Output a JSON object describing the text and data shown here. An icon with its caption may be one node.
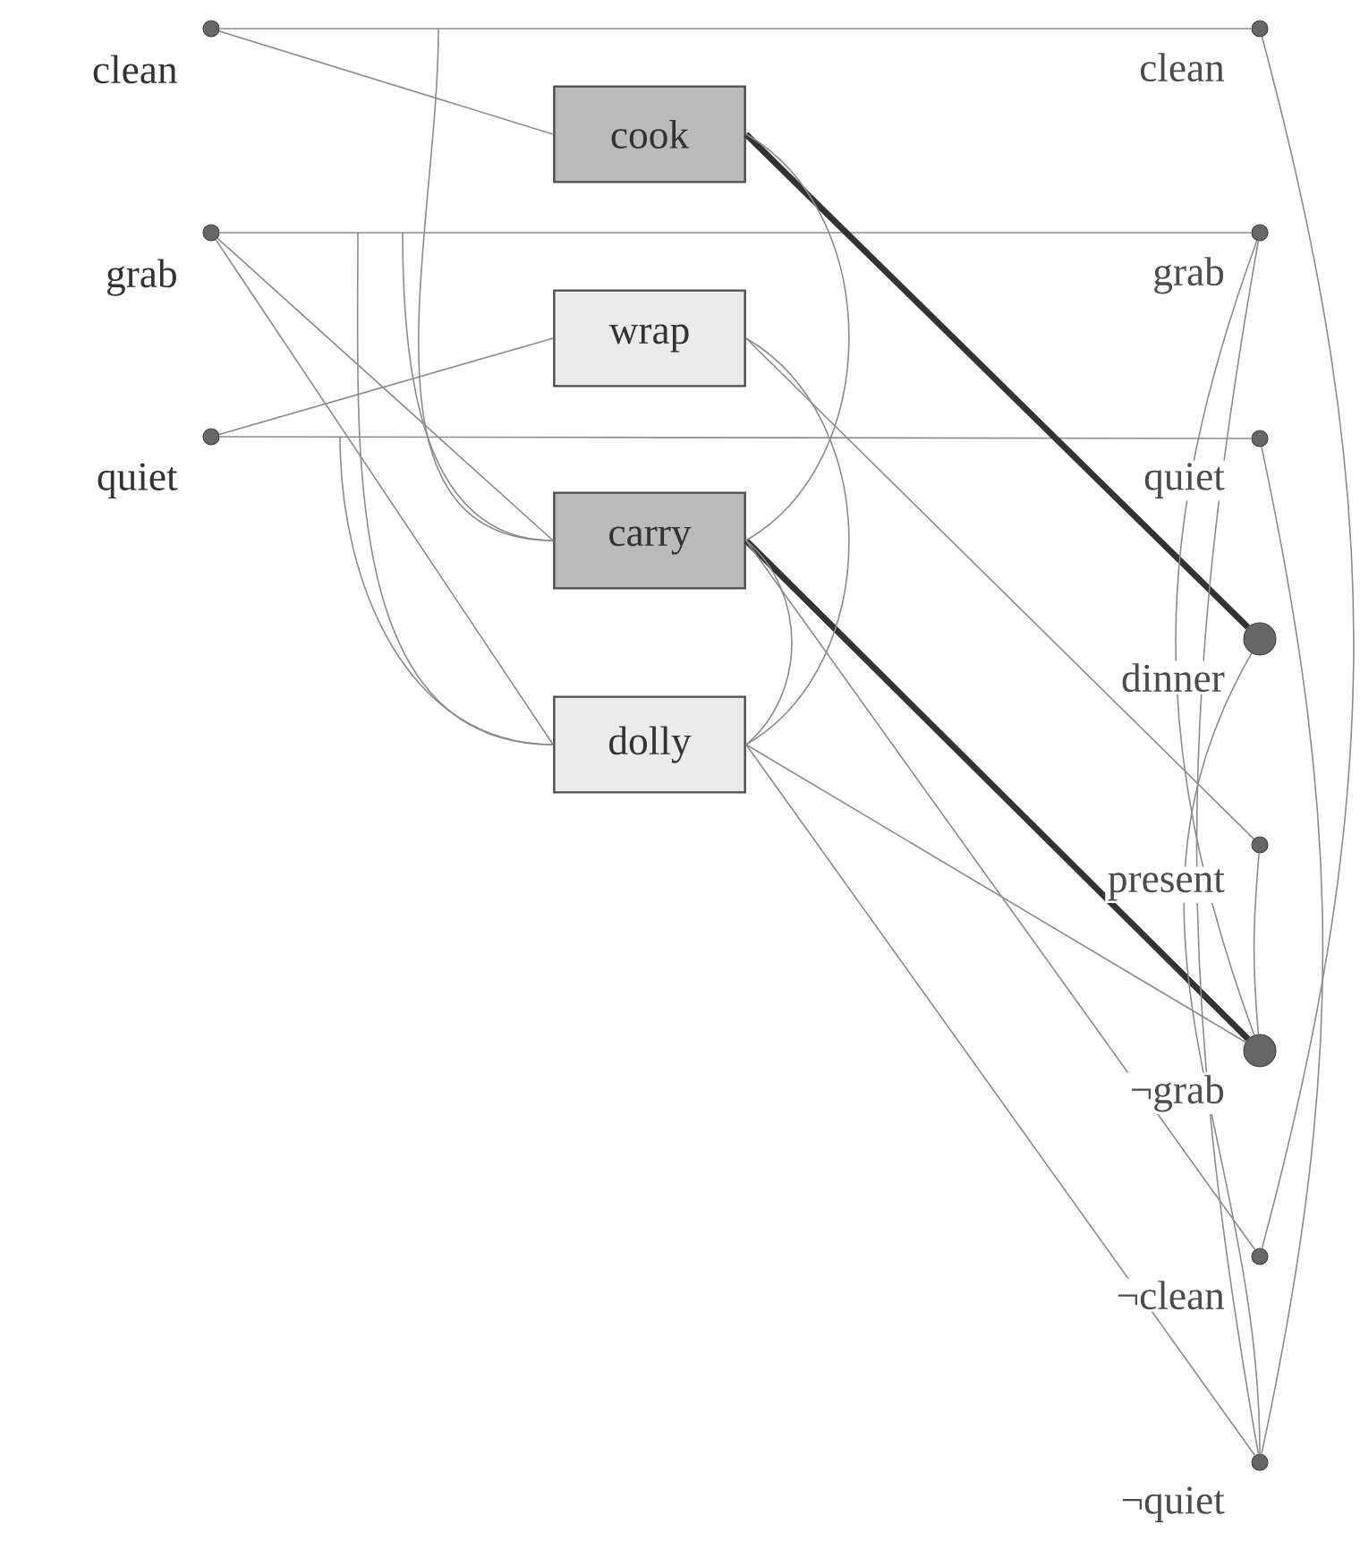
{
  "diagram": {
    "nodes": [
      {
        "text": [
          "clean"
        ]
      },
      {
        "text": [
          "grab"
        ]
      },
      {
        "text": [
          "quiet"
        ]
      },
      {
        "text": [
          "cook"
        ]
      },
      {
        "text": [
          "wrap"
        ]
      },
      {
        "text": [
          "carry"
        ]
      },
      {
        "text": [
          "dolly"
        ]
      },
      {
        "text": [
          "clean"
        ]
      },
      {
        "text": [
          "grab"
        ]
      },
      {
        "text": [
          "quiet"
        ]
      },
      {
        "text": [
          "dinner"
        ]
      },
      {
        "text": [
          "present"
        ]
      },
      {
        "text": [
          "¬grab"
        ]
      },
      {
        "text": [
          "¬clean"
        ]
      },
      {
        "text": [
          "¬quiet"
        ]
      }
    ],
    "edges": [
      {
        "from": 0,
        "to": 7,
        "arrow": "none"
      },
      {
        "from": 1,
        "to": 8,
        "arrow": "none"
      },
      {
        "from": 2,
        "to": 9,
        "arrow": "none"
      },
      {
        "from": 0,
        "to": 3,
        "arrow": "none"
      },
      {
        "from": 2,
        "to": 4,
        "arrow": "none"
      },
      {
        "from": 1,
        "to": 5,
        "arrow": "none"
      },
      {
        "from": 1,
        "to": 6,
        "arrow": "none"
      },
      {
        "from": 3,
        "to": 10,
        "arrow": "none",
        "style": "thick",
        "color": "#333333"
      },
      {
        "from": 4,
        "to": 11,
        "arrow": "none"
      },
      {
        "from": 5,
        "to": 12,
        "arrow": "none",
        "style": "thick",
        "color": "#333333"
      },
      {
        "from": 5,
        "to": 13,
        "arrow": "none"
      },
      {
        "from": 6,
        "to": 12,
        "arrow": "none"
      },
      {
        "from": 6,
        "to": 14,
        "arrow": "none"
      },
      {
        "from": 3,
        "to": 5,
        "arrow": "none"
      },
      {
        "from": 4,
        "to": 6,
        "arrow": "none"
      },
      {
        "from": 5,
        "to": 6,
        "arrow": "none"
      },
      {
        "from": null,
        "to": 5,
        "arrow": "none"
      },
      {
        "from": null,
        "to": 5,
        "arrow": "none"
      },
      {
        "from": null,
        "to": 6,
        "arrow": "none"
      },
      {
        "from": null,
        "to": 6,
        "arrow": "none"
      },
      {
        "from": 7,
        "to": 13,
        "arrow": "none"
      },
      {
        "from": 8,
        "to": 12,
        "arrow": "none"
      },
      {
        "from": 9,
        "to": 14,
        "arrow": "none"
      },
      {
        "from": 8,
        "to": 14,
        "arrow": "none"
      },
      {
        "from": 10,
        "to": 14,
        "arrow": "none"
      },
      {
        "from": 11,
        "to": 12,
        "arrow": "none"
      }
    ]
  }
}
